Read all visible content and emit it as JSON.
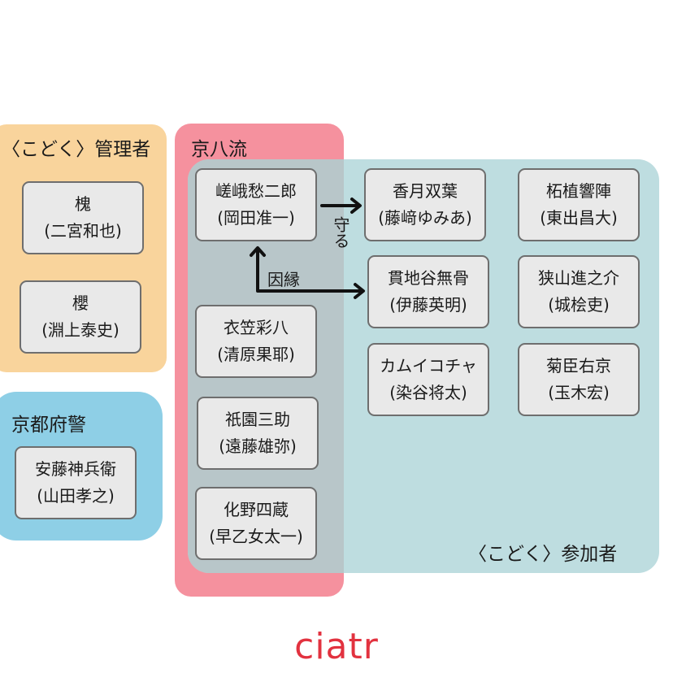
{
  "colors": {
    "admin_panel": "#f9d49c",
    "police_panel": "#8ecfe6",
    "kyohachi_panel": "#f5919e",
    "participants_panel": "#bedde0",
    "overlap": "#b8c6c9",
    "card_fill": "#e9e9e9",
    "card_border": "#6e6e6e",
    "logo": "#e2323f"
  },
  "groups": {
    "admin": {
      "title": "〈こどく〉管理者",
      "members": [
        {
          "role": "槐",
          "actor": "(二宮和也)"
        },
        {
          "role": "櫻",
          "actor": "(淵上泰史)"
        }
      ]
    },
    "police": {
      "title": "京都府警",
      "members": [
        {
          "role": "安藤神兵衛",
          "actor": "(山田孝之)"
        }
      ]
    },
    "kyohachi": {
      "title": "京八流",
      "members": [
        {
          "role": "嵯峨愁二郎",
          "actor": "(岡田准一)"
        },
        {
          "role": "衣笠彩八",
          "actor": "(清原果耶)"
        },
        {
          "role": "祇園三助",
          "actor": "(遠藤雄弥)"
        },
        {
          "role": "化野四蔵",
          "actor": "(早乙女太一)"
        }
      ]
    },
    "participants": {
      "title": "〈こどく〉参加者",
      "members": [
        {
          "role": "香月双葉",
          "actor": "(藤﨑ゆみあ)"
        },
        {
          "role": "貫地谷無骨",
          "actor": "(伊藤英明)"
        },
        {
          "role": "カムイコチャ",
          "actor": "(染谷将太)"
        },
        {
          "role": "柘植響陣",
          "actor": "(東出昌大)"
        },
        {
          "role": "狭山進之介",
          "actor": "(城桧吏)"
        },
        {
          "role": "菊臣右京",
          "actor": "(玉木宏)"
        }
      ]
    }
  },
  "relations": [
    {
      "from": "嵯峨愁二郎",
      "to": "香月双葉",
      "label": "守る"
    },
    {
      "from": "貫地谷無骨",
      "to": "嵯峨愁二郎",
      "label": "因縁",
      "bidirectional": true
    }
  ],
  "logo": "ciatr"
}
